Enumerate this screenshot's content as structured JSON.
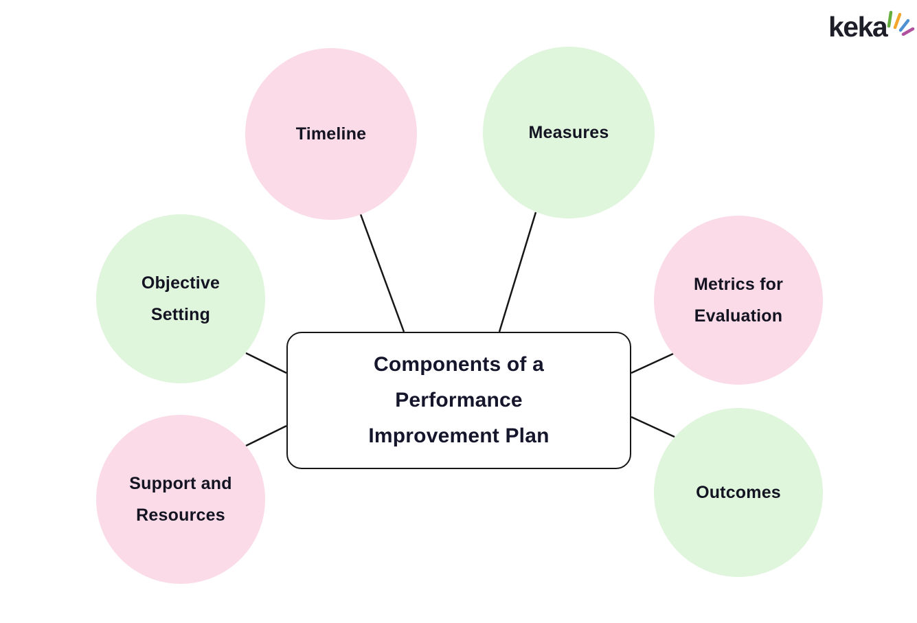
{
  "diagram": {
    "title": "Components of a\nPerformance\nImprovement Plan",
    "type": "mindmap",
    "background_color": "#ffffff",
    "center": {
      "fill": "#ffffff",
      "border_color": "#161616",
      "text_color": "#15152b"
    },
    "nodes": [
      {
        "id": "timeline",
        "label": "Timeline",
        "shape": "circle",
        "color": "#fadbe7",
        "variant": "pink"
      },
      {
        "id": "measures",
        "label": "Measures",
        "shape": "circle",
        "color": "#dff5dc",
        "variant": "green"
      },
      {
        "id": "objective-setting",
        "label": "Objective\nSetting",
        "shape": "circle",
        "color": "#dff5dc",
        "variant": "green"
      },
      {
        "id": "metrics-for-evaluation",
        "label": "Metrics for\nEvaluation",
        "shape": "circle",
        "color": "#fadbe7",
        "variant": "pink"
      },
      {
        "id": "support-and-resources",
        "label": "Support and\nResources",
        "shape": "circle",
        "color": "#fadbe7",
        "variant": "pink"
      },
      {
        "id": "outcomes",
        "label": "Outcomes",
        "shape": "circle",
        "color": "#dff5dc",
        "variant": "green"
      }
    ],
    "edges": [
      {
        "from": "timeline",
        "to": "center"
      },
      {
        "from": "measures",
        "to": "center"
      },
      {
        "from": "objective-setting",
        "to": "center"
      },
      {
        "from": "metrics-for-evaluation",
        "to": "center"
      },
      {
        "from": "support-and-resources",
        "to": "center"
      },
      {
        "from": "outcomes",
        "to": "center"
      }
    ],
    "edge_color": "#161616"
  },
  "logo": {
    "text": "keka",
    "text_color": "#1e1e28",
    "ray_colors": [
      "#64ae3e",
      "#f4a62a",
      "#4e90d1",
      "#b0519f"
    ]
  }
}
